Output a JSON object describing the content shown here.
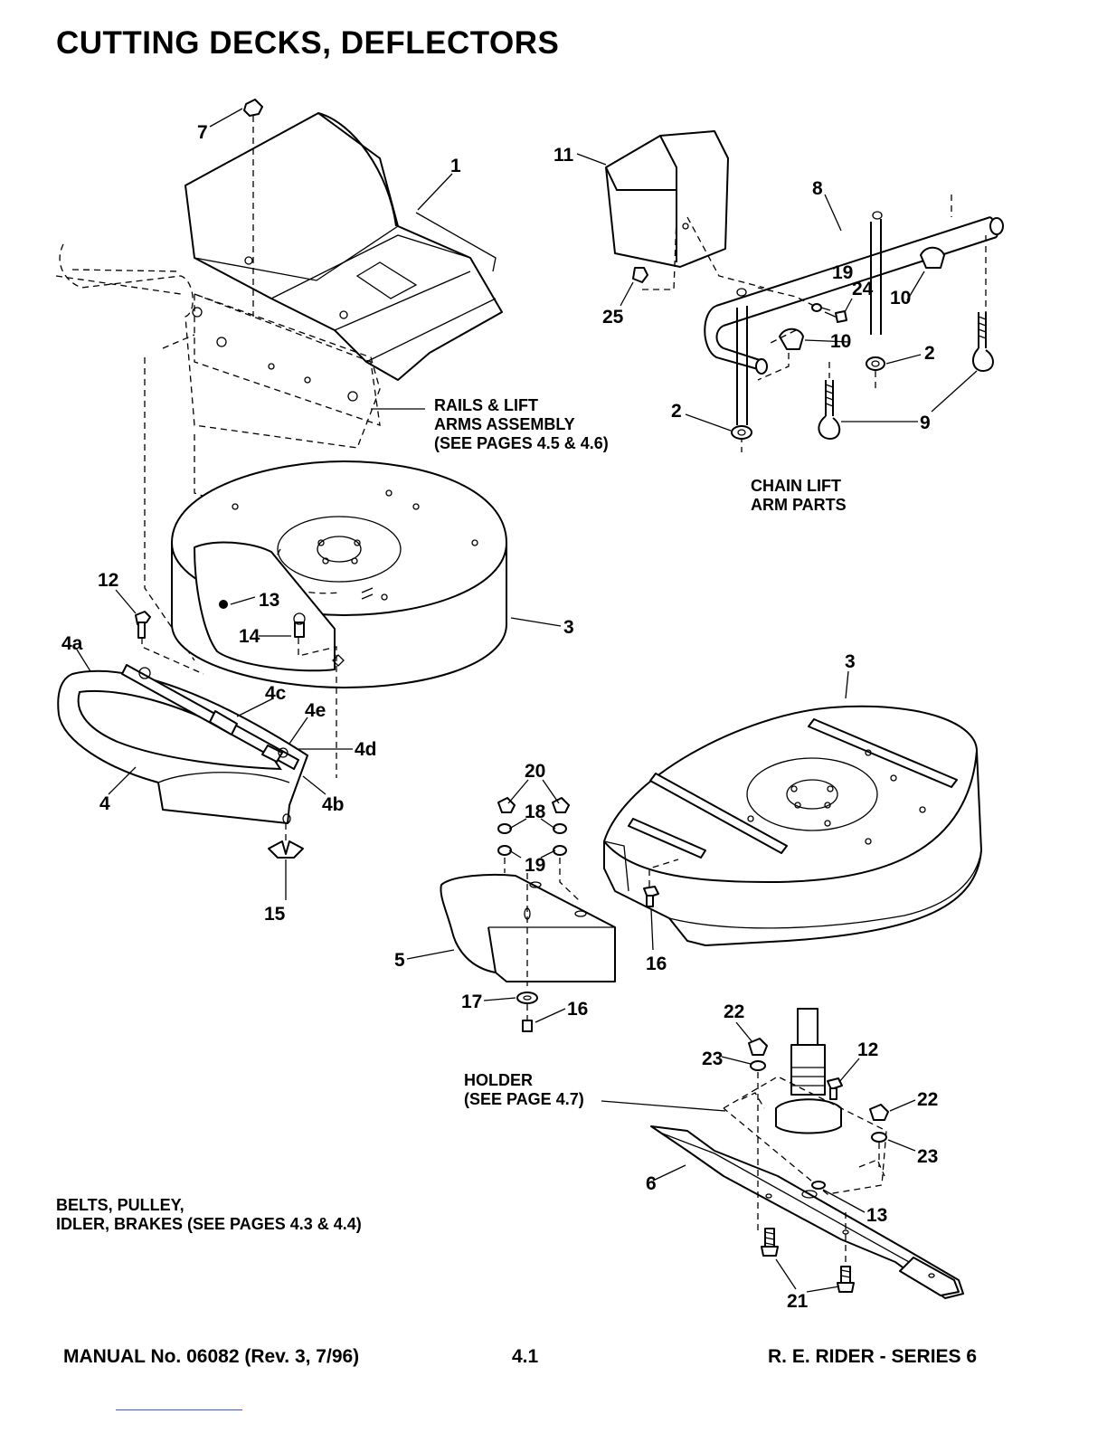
{
  "title": "CUTTING DECKS, DEFLECTORS",
  "notes": {
    "rails": "RAILS & LIFT\nARMS ASSEMBLY\n(SEE PAGES 4.5 & 4.6)",
    "chain": "CHAIN LIFT\nARM PARTS",
    "holder": "HOLDER\n(SEE PAGE 4.7)",
    "belts": "BELTS, PULLEY,\nIDLER, BRAKES (SEE PAGES 4.3 & 4.4)"
  },
  "callouts": {
    "c1": "1",
    "c2a": "2",
    "c2b": "2",
    "c3a": "3",
    "c3b": "3",
    "c4": "4",
    "c4a": "4a",
    "c4b": "4b",
    "c4c": "4c",
    "c4d": "4d",
    "c4e": "4e",
    "c5": "5",
    "c6": "6",
    "c7": "7",
    "c8": "8",
    "c9": "9",
    "c10a": "10",
    "c10b": "10",
    "c11": "11",
    "c12a": "12",
    "c12b": "12",
    "c13a": "13",
    "c13b": "13",
    "c14": "14",
    "c15": "15",
    "c16a": "16",
    "c16b": "16",
    "c17": "17",
    "c18": "18",
    "c19a": "19",
    "c19b": "19",
    "c20": "20",
    "c21": "21",
    "c22a": "22",
    "c22b": "22",
    "c23a": "23",
    "c23b": "23",
    "c24": "24",
    "c25": "25"
  },
  "footer": {
    "left": "MANUAL No. 06082 (Rev. 3, 7/96)",
    "center": "4.1",
    "right": "R. E. RIDER - SERIES 6"
  }
}
